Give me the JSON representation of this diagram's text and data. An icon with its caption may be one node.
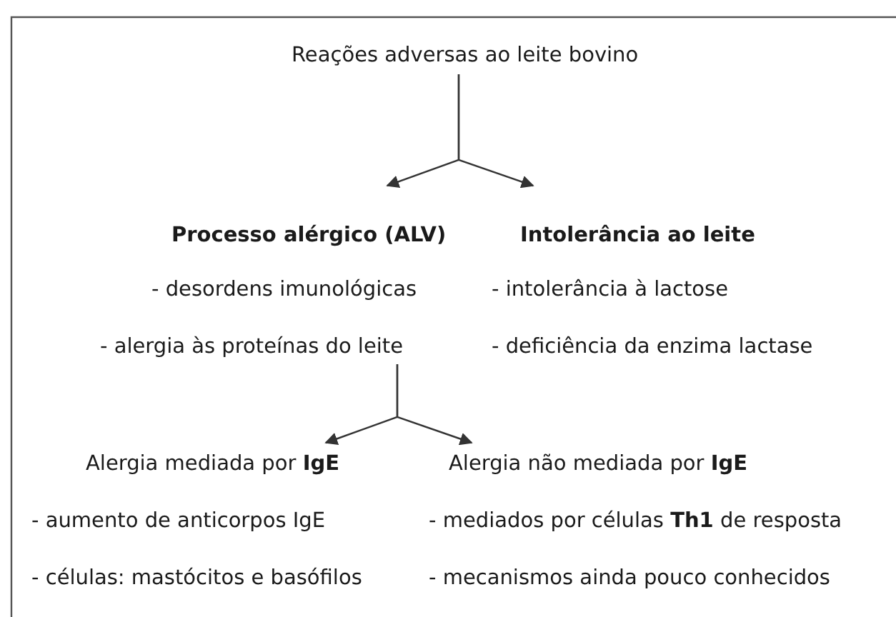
{
  "diagram": {
    "nodes": [
      {
        "text": [
          "Reações adversas ao leite bovino"
        ]
      },
      {
        "text": [
          "Processo alérgico (ALV)",
          "- desordens imunológicas",
          "- alergia às proteínas do leite"
        ]
      },
      {
        "text": [
          "Intolerância ao leite",
          "- intolerância à lactose",
          "- deficiência da enzima lactase"
        ]
      },
      {
        "text": [
          "Alergia mediada por **IgE**",
          "- aumento de anticorpos IgE",
          "- células: mastócitos e basófilos"
        ]
      },
      {
        "text": [
          "Alergia não mediada por **IgE**",
          "- mediados por células **Th1** de resposta",
          "- mecanismos ainda pouco conhecidos"
        ]
      }
    ],
    "edges": [
      {
        "from": 0,
        "to": 1,
        "arrow": "to"
      },
      {
        "from": 0,
        "to": 2,
        "arrow": "to"
      },
      {
        "from": 1,
        "to": 3,
        "arrow": "to"
      },
      {
        "from": 1,
        "to": 4,
        "arrow": "to"
      }
    ]
  }
}
